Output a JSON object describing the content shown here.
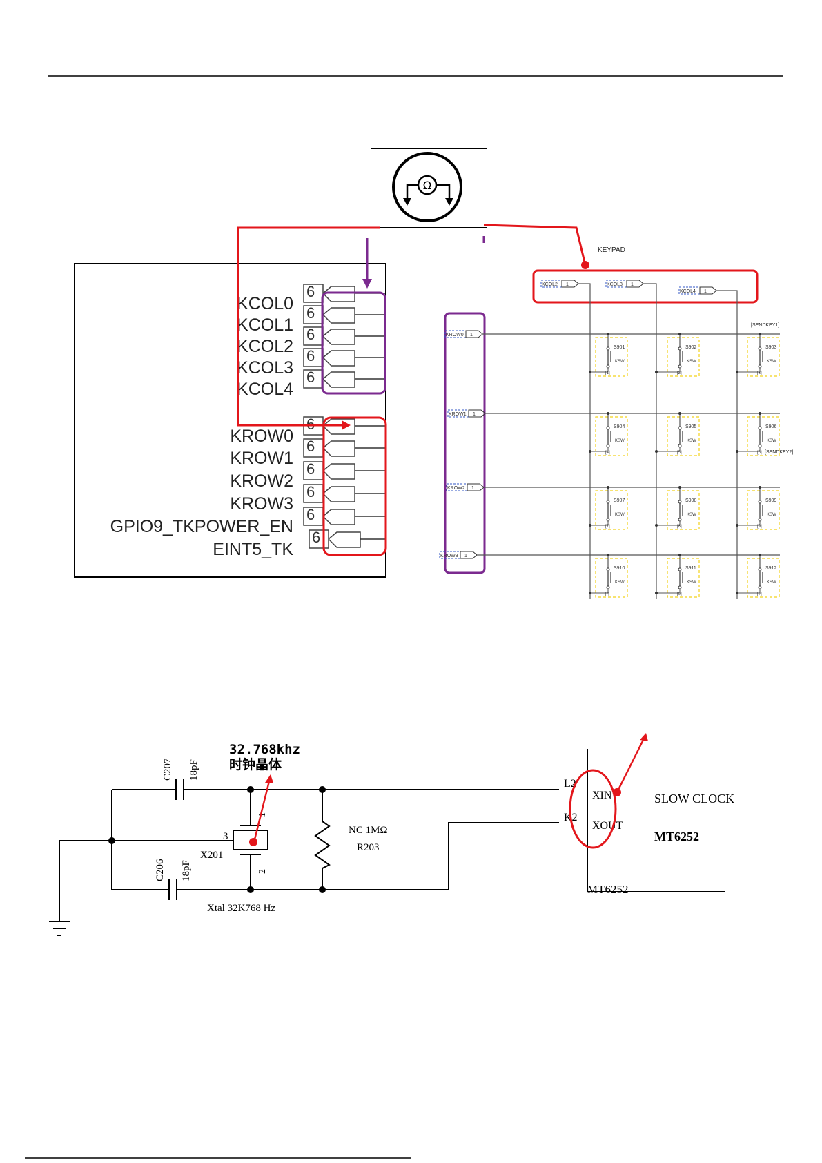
{
  "pin_block": {
    "cols": [
      "KCOL0",
      "KCOL1",
      "KCOL2",
      "KCOL3",
      "KCOL4"
    ],
    "rows": [
      "KROW0",
      "KROW1",
      "KROW2",
      "KROW3",
      "GPIO9_TKPOWER_EN",
      "EINT5_TK"
    ],
    "sheet_ref": "6"
  },
  "keypad": {
    "title": "KEYPAD",
    "col_ports": [
      "KCOL2",
      "KCOL3",
      "KCOL4"
    ],
    "row_ports": [
      "KROW0",
      "KROW1",
      "KROW2",
      "KROW3"
    ],
    "port_pin": "1",
    "sendkey1": "[SENDKEY1]",
    "sendkey2": "[SENDKEY2]",
    "switch_type": "KSW",
    "switches": [
      {
        "ref": "S901",
        "key": "[1]"
      },
      {
        "ref": "S902",
        "key": "[2]"
      },
      {
        "ref": "S903",
        "key": "[3]"
      },
      {
        "ref": "S904",
        "key": "[4]"
      },
      {
        "ref": "S905",
        "key": "[5]"
      },
      {
        "ref": "S906",
        "key": "[6]"
      },
      {
        "ref": "S907",
        "key": "[7]"
      },
      {
        "ref": "S908",
        "key": "[8]"
      },
      {
        "ref": "S909",
        "key": "[9]"
      },
      {
        "ref": "S910",
        "key": "[*]"
      },
      {
        "ref": "S911",
        "key": "[0]"
      },
      {
        "ref": "S912",
        "key": "[#]"
      }
    ]
  },
  "clock": {
    "crystal_freq": "32.768khz",
    "crystal_name": "时钟晶体",
    "c207": "C207",
    "c207_val": "18pF",
    "c206": "C206",
    "c206_val": "18pF",
    "x201": "X201",
    "xtal": "Xtal 32K768 Hz",
    "r203_val": "NC 1MΩ",
    "r203": "R203",
    "pin1": "1",
    "pin2": "2",
    "pin3": "3",
    "pin_l2": "L2",
    "pin_k2": "K2",
    "xin": "XIN",
    "xout": "XOUT",
    "slow_clock": "SLOW CLOCK",
    "chip": "MT6252",
    "chip_bottom": "MT6252"
  },
  "colors": {
    "red": "#e3161b",
    "purple": "#7b2a8f",
    "dashed_box": "#f2d21b",
    "port_outline": "#3357c4"
  }
}
